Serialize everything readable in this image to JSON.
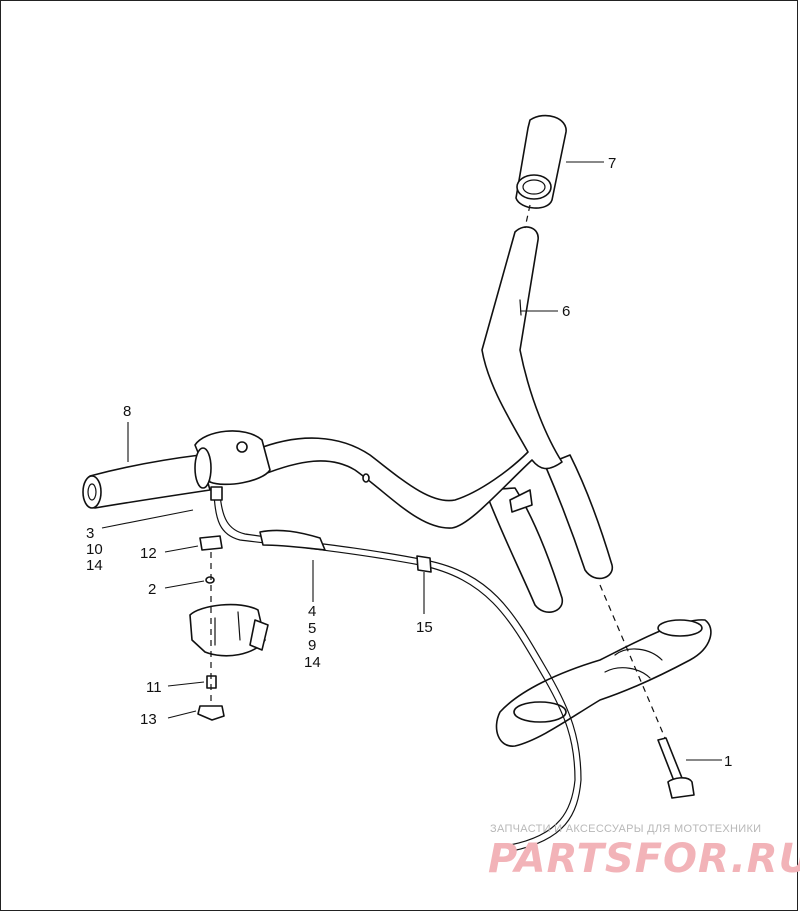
{
  "callouts": {
    "c1": "1",
    "c2": "2",
    "c3": "3",
    "c10a": "10",
    "c14a": "14",
    "c4": "4",
    "c5": "5",
    "c9": "9",
    "c14b": "14",
    "c6": "6",
    "c7": "7",
    "c8": "8",
    "c11": "11",
    "c12": "12",
    "c13": "13",
    "c15": "15"
  },
  "watermark": {
    "tagline": "ЗАПЧАСТИ И АКСЕССУАРЫ ДЛЯ МОТОТЕХНИКИ",
    "logo": "PARTSFOR.RU"
  },
  "colors": {
    "line": "#111111",
    "watermark_logo": "#f2b3b8",
    "watermark_text": "#b8b8b8"
  }
}
